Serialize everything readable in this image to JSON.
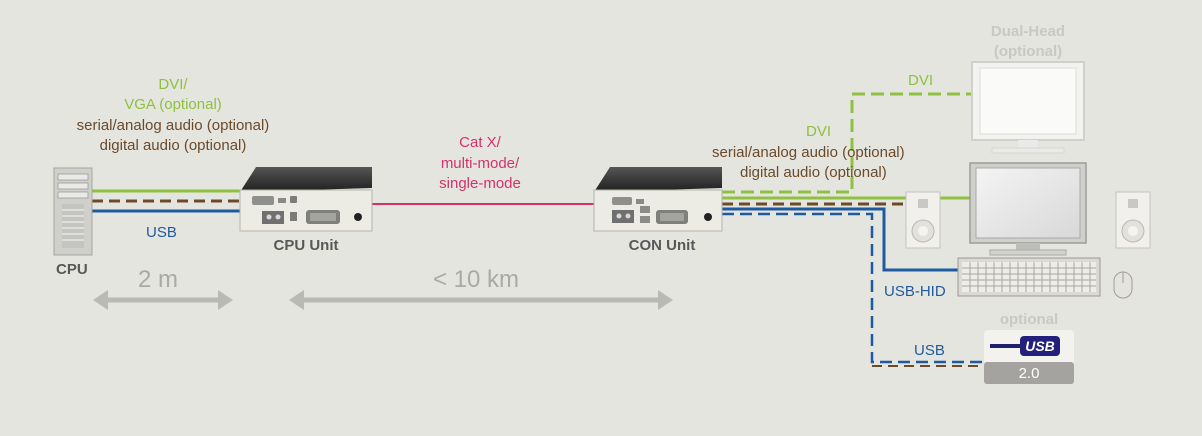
{
  "labels": {
    "cpu_side_line1": "DVI/",
    "cpu_side_line2": "VGA (optional)",
    "cpu_side_line3": "serial/analog audio (optional)",
    "cpu_side_line4": "digital audio (optional)",
    "usb_cpu": "USB",
    "cpu": "CPU",
    "cpu_unit": "CPU Unit",
    "cat_line1": "Cat X/",
    "cat_line2": "multi-mode/",
    "cat_line3": "single-mode",
    "con_unit": "CON Unit",
    "dvi_top": "DVI",
    "dvi_con": "DVI",
    "con_audio1": "serial/analog audio (optional)",
    "con_audio2": "digital audio (optional)",
    "dual_head1": "Dual-Head",
    "dual_head2": "(optional)",
    "usb_hid": "USB-HID",
    "usb_con": "USB",
    "optional": "optional",
    "usb_logo": "USB",
    "usb_version": "2.0",
    "dist_short": "2 m",
    "dist_long": "< 10 km"
  },
  "colors": {
    "background": "#e5e5e0",
    "video": "#8ec13f",
    "audio": "#6b4a2a",
    "fiber": "#d6306b",
    "usb": "#1f5a9e",
    "distance_arrow": "#b9b9b5"
  }
}
